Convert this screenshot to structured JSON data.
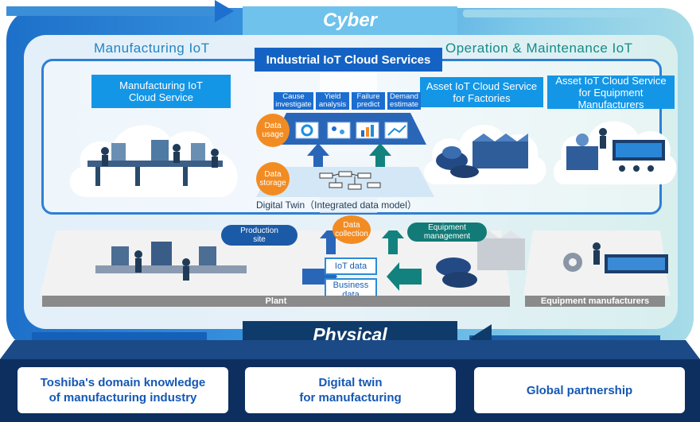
{
  "cyber": {
    "label": "Cyber"
  },
  "physical": {
    "label": "Physical"
  },
  "sections": {
    "manufacturing_iot": "Manufacturing IoT",
    "om_iot": "Operation & Maintenance IoT"
  },
  "iiot_cloud": {
    "title": "Industrial IoT Cloud Services"
  },
  "services": {
    "mfg_cloud": "Manufacturing IoT\nCloud Service",
    "asset_factory": "Asset IoT Cloud Service\nfor Factories",
    "asset_equipment": "Asset IoT Cloud Service\nfor Equipment\nManufacturers"
  },
  "analytics": {
    "cause": "Cause\ninvestigate",
    "yield": "Yield\nanalysis",
    "failure": "Failure\npredict",
    "demand": "Demand\nestimate"
  },
  "circles": {
    "data_usage": "Data\nusage",
    "data_storage": "Data\nstorage",
    "data_collection": "Data\ncollection"
  },
  "digital_twin_label": "Digital Twin（Integrated data model）",
  "plant": {
    "production_site": "Production\nsite",
    "equipment_management": "Equipment\nmanagement",
    "iot_data": "IoT data",
    "business_data": "Business\ndata",
    "plant_label": "Plant",
    "equipment_manufacturers_label": "Equipment manufacturers"
  },
  "pillars": {
    "domain": "Toshiba's domain knowledge\nof manufacturing industry",
    "twin": "Digital twin\nfor manufacturing",
    "partner": "Global partnership"
  },
  "colors": {
    "primary_blue": "#1463c4",
    "service_blue": "#1496e6",
    "navy": "#0d2f60",
    "teal": "#127a77",
    "orange": "#f28c22"
  }
}
